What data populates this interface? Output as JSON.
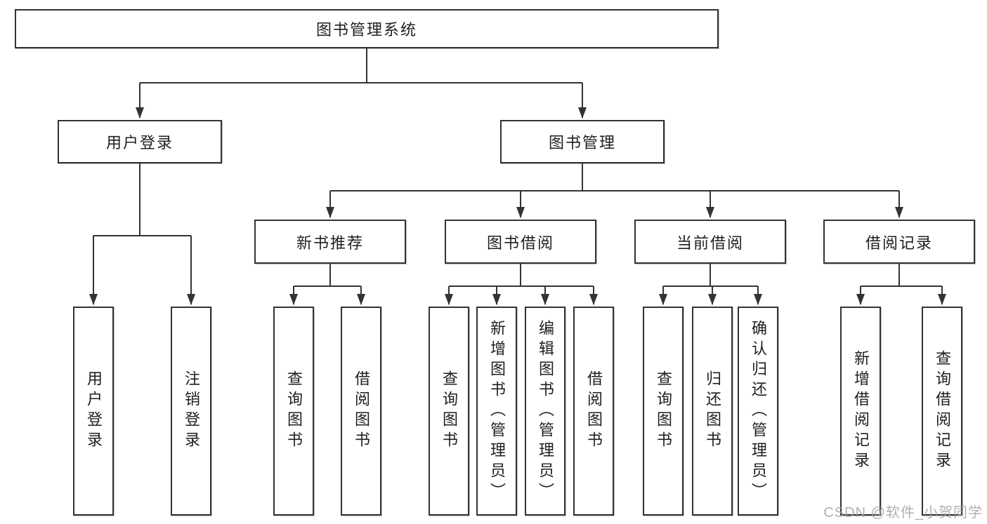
{
  "diagram_type": "hierarchy-tree",
  "colors": {
    "line": "#333333",
    "box_background": "#ffffff",
    "text": "#1f1f1f",
    "watermark": "#a3a3a3"
  },
  "watermark": "CSDN @软件_小贺同学",
  "tree": {
    "label": "图书管理系统",
    "children": [
      {
        "label": "用户登录",
        "children": [
          {
            "label": "用户登录"
          },
          {
            "label": "注销登录"
          }
        ]
      },
      {
        "label": "图书管理",
        "children": [
          {
            "label": "新书推荐",
            "children": [
              {
                "label": "查询图书"
              },
              {
                "label": "借阅图书"
              }
            ]
          },
          {
            "label": "图书借阅",
            "children": [
              {
                "label": "查询图书"
              },
              {
                "label": "新增图书（管理员）"
              },
              {
                "label": "编辑图书（管理员）"
              },
              {
                "label": "借阅图书"
              }
            ]
          },
          {
            "label": "当前借阅",
            "children": [
              {
                "label": "查询图书"
              },
              {
                "label": "归还图书"
              },
              {
                "label": "确认归还（管理员）"
              }
            ]
          },
          {
            "label": "借阅记录",
            "children": [
              {
                "label": "新增借阅记录"
              },
              {
                "label": "查询借阅记录"
              }
            ]
          }
        ]
      }
    ]
  }
}
